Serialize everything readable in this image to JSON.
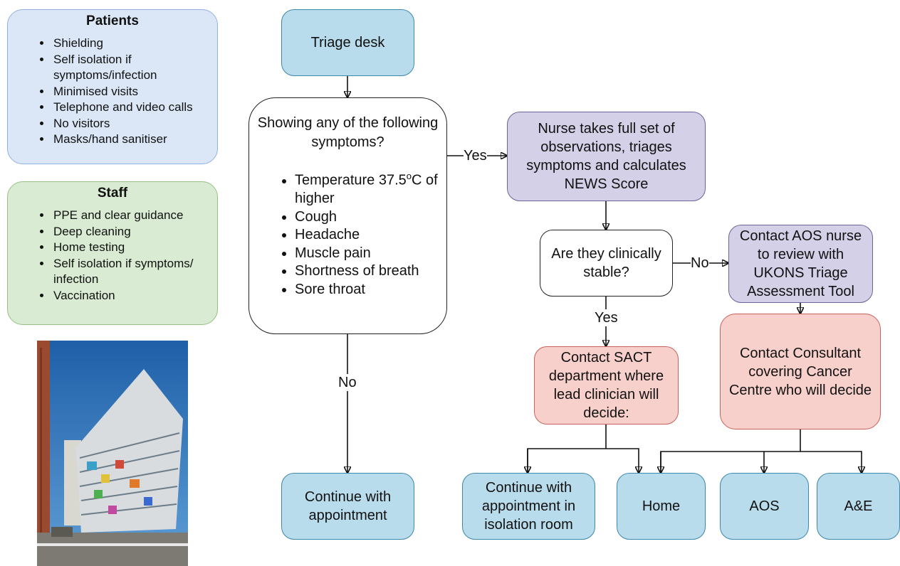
{
  "patients": {
    "title": "Patients",
    "items": [
      "Shielding",
      "Self isolation if symptoms/infection",
      "Minimised visits",
      "Telephone and video calls",
      "No visitors",
      "Masks/hand sanitiser"
    ]
  },
  "staff": {
    "title": "Staff",
    "items": [
      "PPE and clear guidance",
      "Deep cleaning",
      "Home testing",
      "Self isolation if symptoms/ infection",
      "Vaccination"
    ]
  },
  "flow": {
    "triage_desk": "Triage desk",
    "symptoms_question": "Showing any of the following symptoms?",
    "symptoms": {
      "temperature_prefix": "Temperature 37.5",
      "temperature_degree": "o",
      "temperature_suffix": "C of higher",
      "others": [
        "Cough",
        "Headache",
        "Muscle pain",
        "Shortness of breath",
        "Sore throat"
      ]
    },
    "yes": "Yes",
    "no": "No",
    "nurse_observations": "Nurse takes full set of observations, triages symptoms and calculates NEWS Score",
    "clinically_stable": "Are they clinically stable?",
    "contact_aos": "Contact AOS nurse to review with UKONS Triage Assessment Tool",
    "contact_sact": "Contact SACT department where lead clinician will decide:",
    "contact_consultant": "Contact Consultant covering Cancer Centre who will decide",
    "continue_appointment": "Continue with appointment",
    "continue_isolation": "Continue with appointment in isolation room",
    "home": "Home",
    "aos": "AOS",
    "ae": "A&E"
  },
  "colors": {
    "blue_fill": "#b9dcec",
    "purple_fill": "#d4d0e8",
    "pink_fill": "#f8d0cb",
    "patients_fill": "#dbe7f7",
    "staff_fill": "#d9ebd2"
  }
}
